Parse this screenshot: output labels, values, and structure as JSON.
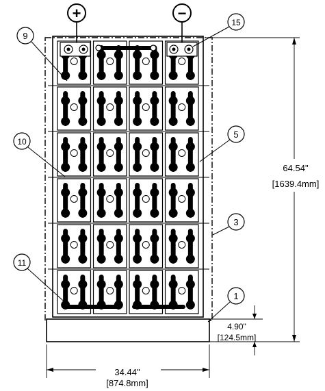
{
  "terminals": {
    "positive": "+",
    "negative": "−"
  },
  "callouts": {
    "c9": "9",
    "c15": "15",
    "c5": "5",
    "c10": "10",
    "c3": "3",
    "c11": "11",
    "c1": "1"
  },
  "dimensions": {
    "height_in": "64.54\"",
    "height_mm": "[1639.4mm]",
    "base_in": "4.90\"",
    "base_mm": "[124.5mm]",
    "width_in": "34.44\"",
    "width_mm": "[874.8mm]"
  },
  "layout_info": {
    "rows": 6,
    "columns": 4
  }
}
